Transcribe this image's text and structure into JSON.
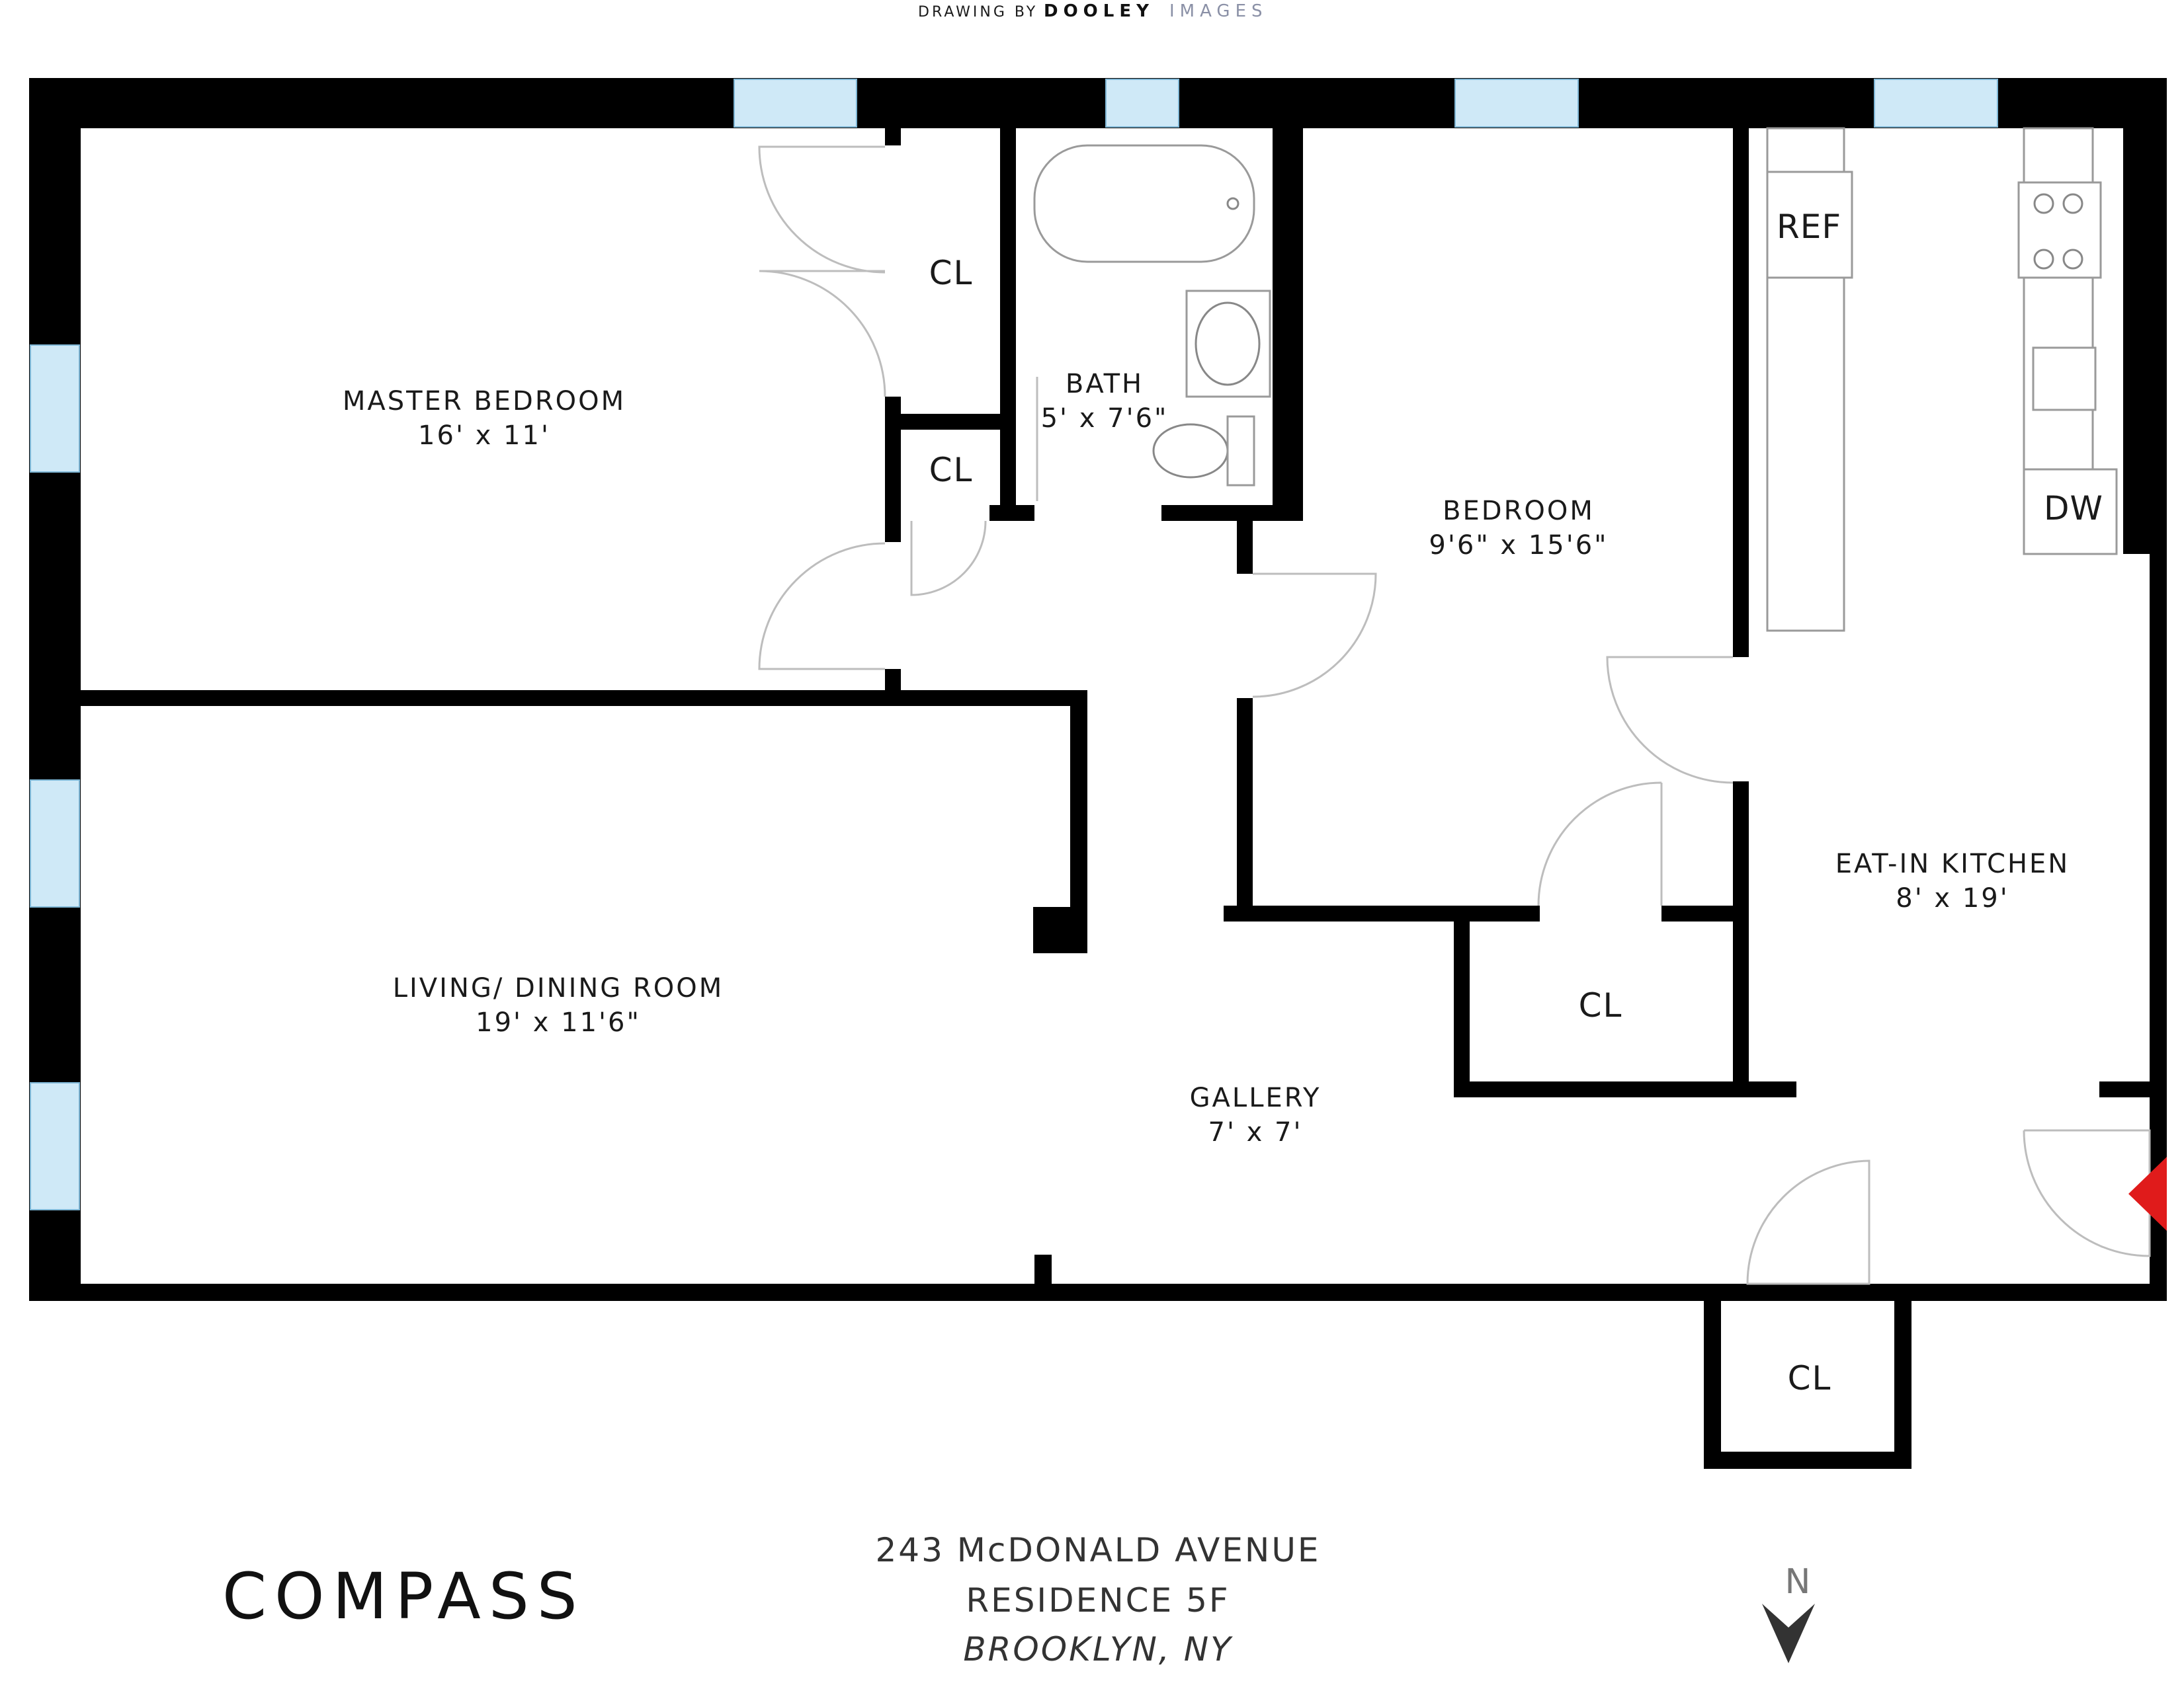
{
  "credit": {
    "prefix": "DRAWING BY",
    "brand": "DOOLEY",
    "suffix": "IMAGES"
  },
  "rooms": {
    "master_bedroom": {
      "name": "MASTER BEDROOM",
      "size": "16' x 11'"
    },
    "bath": {
      "name": "BATH",
      "size": "5' x 7'6\""
    },
    "bedroom": {
      "name": "BEDROOM",
      "size": "9'6\" x 15'6\""
    },
    "kitchen": {
      "name": "EAT-IN KITCHEN",
      "size": "8' x 19'"
    },
    "living": {
      "name": "LIVING/ DINING ROOM",
      "size": "19' x 11'6\""
    },
    "gallery": {
      "name": "GALLERY",
      "size": "7' x 7'"
    }
  },
  "closet_label": "CL",
  "fixtures": {
    "refrigerator": "REF",
    "dishwasher": "DW"
  },
  "address": {
    "line1": "243 McDONALD AVENUE",
    "line2": "RESIDENCE 5F",
    "line3": "BROOKLYN, NY"
  },
  "brand": "COMPASS",
  "compass": {
    "north": "N"
  },
  "colors": {
    "wall": "#000000",
    "window": "#cfe9f7",
    "entry_marker": "#e01b1b"
  }
}
